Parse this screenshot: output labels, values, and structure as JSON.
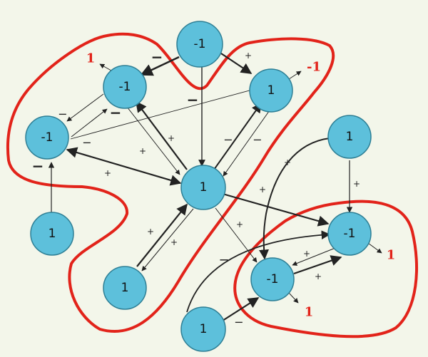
{
  "nodes": [
    {
      "id": "top",
      "label": "-1"
    },
    {
      "id": "ul",
      "label": "-1"
    },
    {
      "id": "ur",
      "label": "1"
    },
    {
      "id": "left",
      "label": "-1"
    },
    {
      "id": "center",
      "label": "1"
    },
    {
      "id": "right",
      "label": "1"
    },
    {
      "id": "bl",
      "label": "1"
    },
    {
      "id": "bc",
      "label": "1"
    },
    {
      "id": "mr",
      "label": "-1"
    },
    {
      "id": "br",
      "label": "-1"
    },
    {
      "id": "bottom",
      "label": "1"
    }
  ],
  "edge_signs": {
    "plus": "+",
    "minus": "−"
  },
  "outputs": [
    {
      "id": "out-ul",
      "label": "1"
    },
    {
      "id": "out-ur",
      "label": "-1"
    },
    {
      "id": "out-mr",
      "label": "1"
    },
    {
      "id": "out-br",
      "label": "1"
    }
  ]
}
